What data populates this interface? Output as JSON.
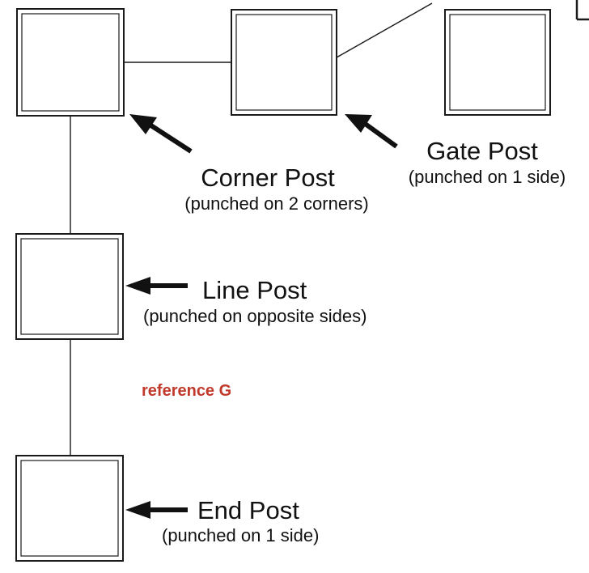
{
  "posts": {
    "corner": {
      "title": "Corner Post",
      "subtitle": "(punched on 2 corners)"
    },
    "gate": {
      "title": "Gate Post",
      "subtitle": "(punched on 1 side)"
    },
    "line": {
      "title": "Line Post",
      "subtitle": "(punched on opposite sides)"
    },
    "end": {
      "title": "End Post",
      "subtitle": "(punched on 1 side)"
    }
  },
  "reference": {
    "text": "reference G",
    "color": "#c0392b"
  },
  "colors": {
    "stroke": "#1a1a1a",
    "arrow": "#111111"
  }
}
